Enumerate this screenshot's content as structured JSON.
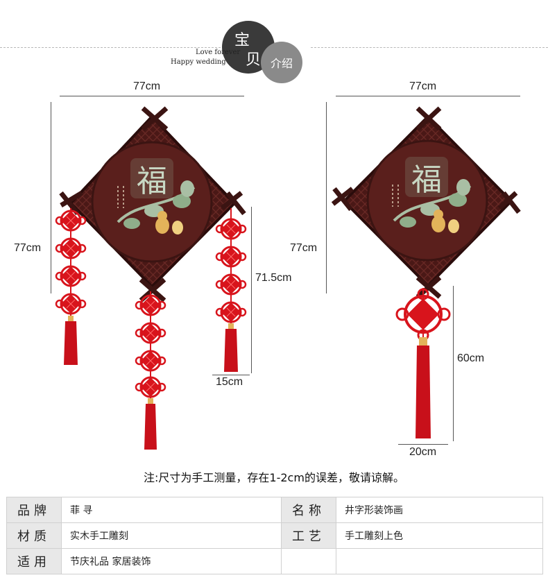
{
  "header": {
    "circle_char_1": "宝",
    "circle_char_2": "贝",
    "circle_small": "介绍",
    "tagline_1": "Love forever",
    "tagline_2": "Happy wedding"
  },
  "product_left": {
    "width": "77cm",
    "height": "77cm",
    "side_length": "71.5cm",
    "tassel_width": "15cm",
    "center_char": "福"
  },
  "product_right": {
    "width": "77cm",
    "height": "77cm",
    "tassel_length": "60cm",
    "tassel_width": "20cm",
    "center_char": "福"
  },
  "note": "注:尺寸为手工测量，存在1-2cm的误差，敬请谅解。",
  "specs": [
    {
      "k1": "品牌",
      "v1": "菲 寻",
      "k2": "名称",
      "v2": "井字形装饰画"
    },
    {
      "k1": "材质",
      "v1": "实木手工雕刻",
      "k2": "工艺",
      "v2": "手工雕刻上色"
    },
    {
      "k1": "适用",
      "v1": "节庆礼品 家居装饰",
      "k2": "",
      "v2": ""
    }
  ],
  "colors": {
    "frame": "#3b1412",
    "panel": "#5a1f1c",
    "knot": "#d8141c",
    "jade": "#a9bfa4"
  }
}
